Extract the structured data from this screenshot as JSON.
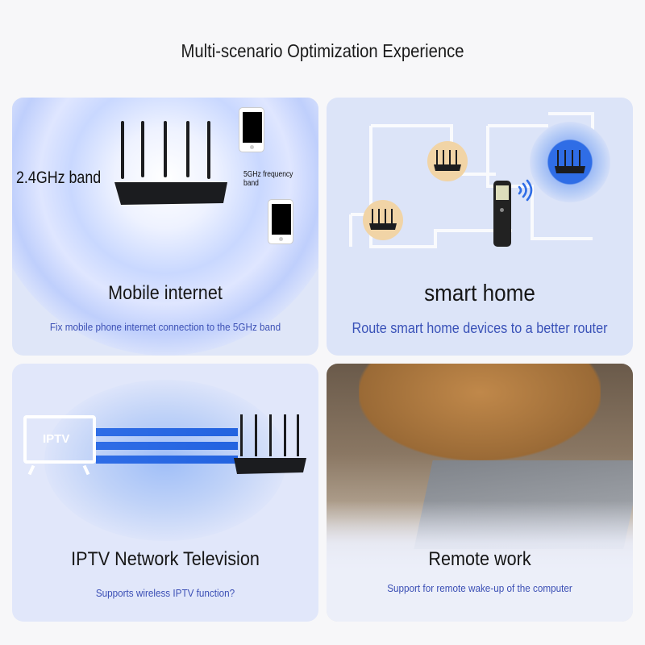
{
  "page": {
    "title": "Multi-scenario Optimization Experience"
  },
  "cards": {
    "mobile": {
      "title": "Mobile internet",
      "subtitle": "Fix mobile phone internet connection to the 5GHz band",
      "band_24_label": "2.4GHz band",
      "band_5_label": "5GHz frequency band"
    },
    "smart": {
      "title": "smart home",
      "subtitle": "Route smart home devices to a better router"
    },
    "iptv": {
      "title": "IPTV Network Television",
      "subtitle": "Supports wireless IPTV function?",
      "tv_label": "IPTV"
    },
    "remote": {
      "title": "Remote work",
      "subtitle": "Support for remote wake-up of the computer"
    }
  },
  "colors": {
    "accent_blue": "#2f6de6",
    "subtitle_blue": "#3b4fb5",
    "router_black": "#1b1c1f"
  },
  "icons": {
    "router": "router-icon",
    "phone": "smartphone-icon",
    "smart_panel": "smart-panel-icon",
    "wifi_signal": "wifi-signal-icon",
    "tv": "tv-icon"
  }
}
